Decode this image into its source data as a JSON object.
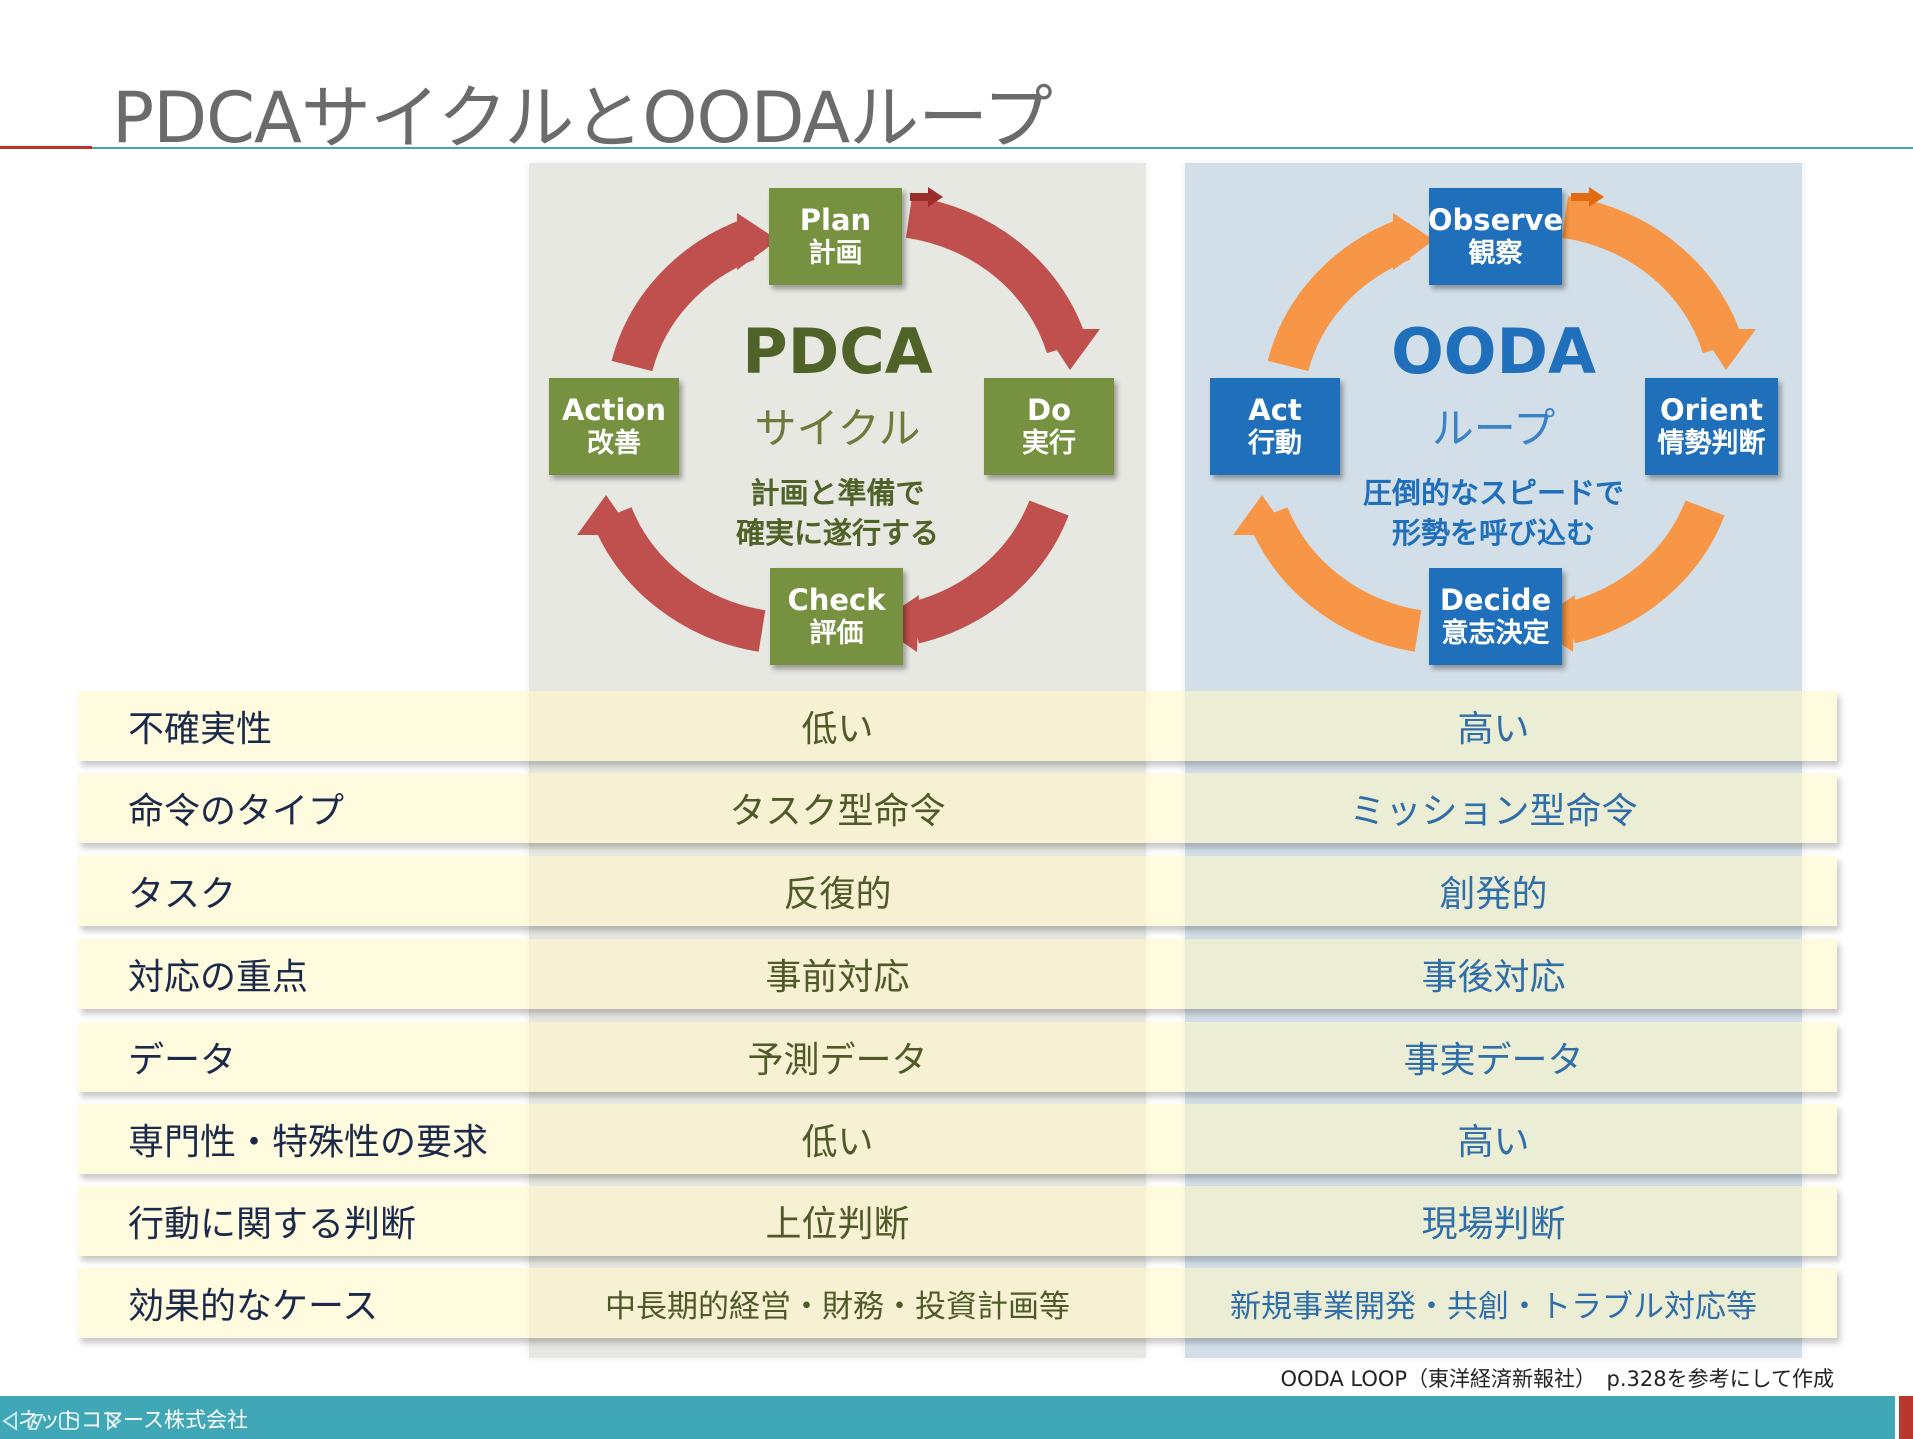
{
  "slide": {
    "title": "PDCAサイクルとOODAループ",
    "source": "OODA LOOP（東洋経済新報社）　p.328を参考にして作成",
    "company": "ネットコマース株式会社"
  },
  "pdca": {
    "main": "PDCA",
    "sub": "サイクル",
    "desc_line1": "計画と準備で",
    "desc_line2": "確実に遂行する",
    "steps": [
      {
        "en": "Plan",
        "jp": "計画"
      },
      {
        "en": "Do",
        "jp": "実行"
      },
      {
        "en": "Check",
        "jp": "評価"
      },
      {
        "en": "Action",
        "jp": "改善"
      }
    ],
    "colors": {
      "box": "#769240",
      "arrow": "#c0504d",
      "text": "#4f6228"
    }
  },
  "ooda": {
    "main": "OODA",
    "sub": "ループ",
    "desc_line1": "圧倒的なスピードで",
    "desc_line2": "形勢を呼び込む",
    "steps": [
      {
        "en": "Observe",
        "jp": "観察"
      },
      {
        "en": "Orient",
        "jp": "情勢判断"
      },
      {
        "en": "Decide",
        "jp": "意志決定"
      },
      {
        "en": "Act",
        "jp": "行動"
      }
    ],
    "colors": {
      "box": "#1f6fbb",
      "arrow": "#f79646",
      "text": "#1f6fbb"
    }
  },
  "table": {
    "rows": [
      {
        "label": "不確実性",
        "pdca": "低い",
        "ooda": "高い"
      },
      {
        "label": "命令のタイプ",
        "pdca": "タスク型命令",
        "ooda": "ミッション型命令"
      },
      {
        "label": "タスク",
        "pdca": "反復的",
        "ooda": "創発的"
      },
      {
        "label": "対応の重点",
        "pdca": "事前対応",
        "ooda": "事後対応"
      },
      {
        "label": "データ",
        "pdca": "予測データ",
        "ooda": "事実データ"
      },
      {
        "label": "専門性・特殊性の要求",
        "pdca": "低い",
        "ooda": "高い"
      },
      {
        "label": "行動に関する判断",
        "pdca": "上位判断",
        "ooda": "現場判断"
      },
      {
        "label": "効果的なケース",
        "pdca": "中長期的経営・財務・投資計画等",
        "ooda": "新規事業開発・共創・トラブル対応等"
      }
    ]
  }
}
